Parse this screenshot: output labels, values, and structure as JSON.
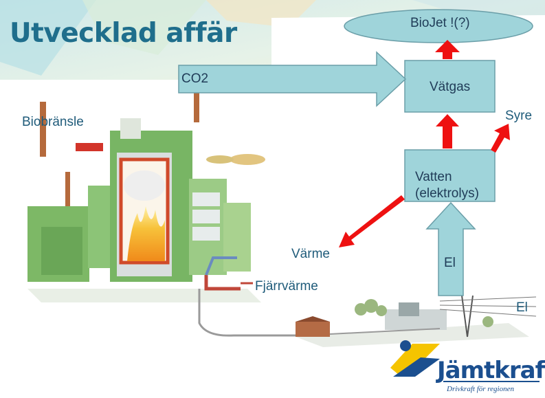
{
  "title": "Utvecklad affär",
  "labels": {
    "biojet": "BioJet !(?)",
    "co2": "CO2",
    "vatgas": "Vätgas",
    "syre": "Syre",
    "biobransle": "Biobränsle",
    "vatten_line1": "Vatten",
    "vatten_line2": "(elektrolys)",
    "varme": "Värme",
    "el_arrow": "El",
    "fjarrvarme": "Fjärrvärme",
    "el_grid": "El"
  },
  "logo": {
    "name": "Jämtkraft",
    "tagline": "Drivkraft för regionen"
  },
  "colors": {
    "title": "#1f6e8c",
    "box_fill": "#9fd4da",
    "box_stroke": "#6a9ea8",
    "flow_arrow": "#ee1111",
    "logo_blue": "#1b4f8f",
    "logo_yellow": "#f5c400"
  }
}
